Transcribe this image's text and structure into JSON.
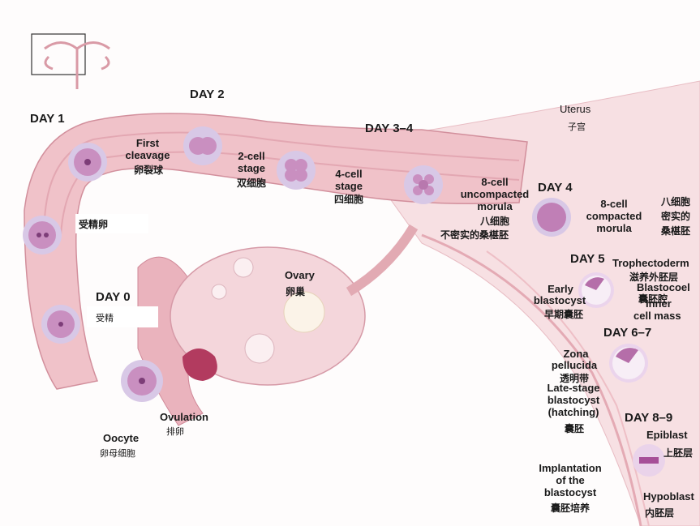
{
  "days": {
    "day0": "DAY 0",
    "day1": "DAY 1",
    "day2": "DAY 2",
    "day34": "DAY 3–4",
    "day4": "DAY 4",
    "day5": "DAY 5",
    "day67": "DAY 6–7",
    "day89": "DAY 8–9"
  },
  "labels": {
    "uterus_en": "Uterus",
    "uterus_zh": "子宫",
    "first_cleavage_en1": "First",
    "first_cleavage_en2": "cleavage",
    "first_cleavage_zh": "卵裂球",
    "two_cell_en1": "2-cell",
    "two_cell_en2": "stage",
    "two_cell_zh": "双细胞",
    "four_cell_en1": "4-cell",
    "four_cell_en2": "stage",
    "four_cell_zh": "四细胞",
    "eight_unc_en1": "8-cell",
    "eight_unc_en2": "uncompacted",
    "eight_unc_en3": "morula",
    "eight_unc_zh1": "八细胞",
    "eight_unc_zh2": "不密实的桑椹胚",
    "eight_comp_en1": "8-cell",
    "eight_comp_en2": "compacted",
    "eight_comp_en3": "morula",
    "eight_comp_zh1": "八细胞",
    "eight_comp_zh2": "密实的",
    "eight_comp_zh3": "桑椹胚",
    "fertilized_zh": "受精卵",
    "fertilization_zh": "受精",
    "ovary_en": "Ovary",
    "ovary_zh": "卵巢",
    "oocyte_en": "Oocyte",
    "oocyte_zh": "卵母细胞",
    "ovulation_en": "Ovulation",
    "ovulation_zh": "排卵",
    "trophectoderm_en": "Trophectoderm",
    "trophectoderm_zh": "滋养外胚层",
    "blastocoel_en": "Blastocoel",
    "blastocoel_zh": "囊胚腔",
    "inner_en1": "Inner",
    "inner_en2": "cell mass",
    "early_blast_en1": "Early",
    "early_blast_en2": "blastocyst",
    "early_blast_zh": "早期囊胚",
    "zona_en1": "Zona",
    "zona_en2": "pellucida",
    "zona_zh": "透明带",
    "late_en1": "Late-stage",
    "late_en2": "blastocyst",
    "late_en3": "(hatching)",
    "late_zh": "囊胚",
    "implant_en1": "Implantation",
    "implant_en2": "of the",
    "implant_en3": "blastocyst",
    "implant_zh": "囊胚培养",
    "epiblast_en": "Epiblast",
    "epiblast_zh": "上胚层",
    "hypoblast_en": "Hypoblast",
    "hypoblast_zh": "内胚层"
  },
  "colors": {
    "tissue": "#f1c5cc",
    "tissue_dark": "#d98e9c",
    "uterus": "#f6dde0",
    "cell_purple": "#c98fc0",
    "cell_core": "#a05a96",
    "cell_ring": "#d8c8e6"
  }
}
